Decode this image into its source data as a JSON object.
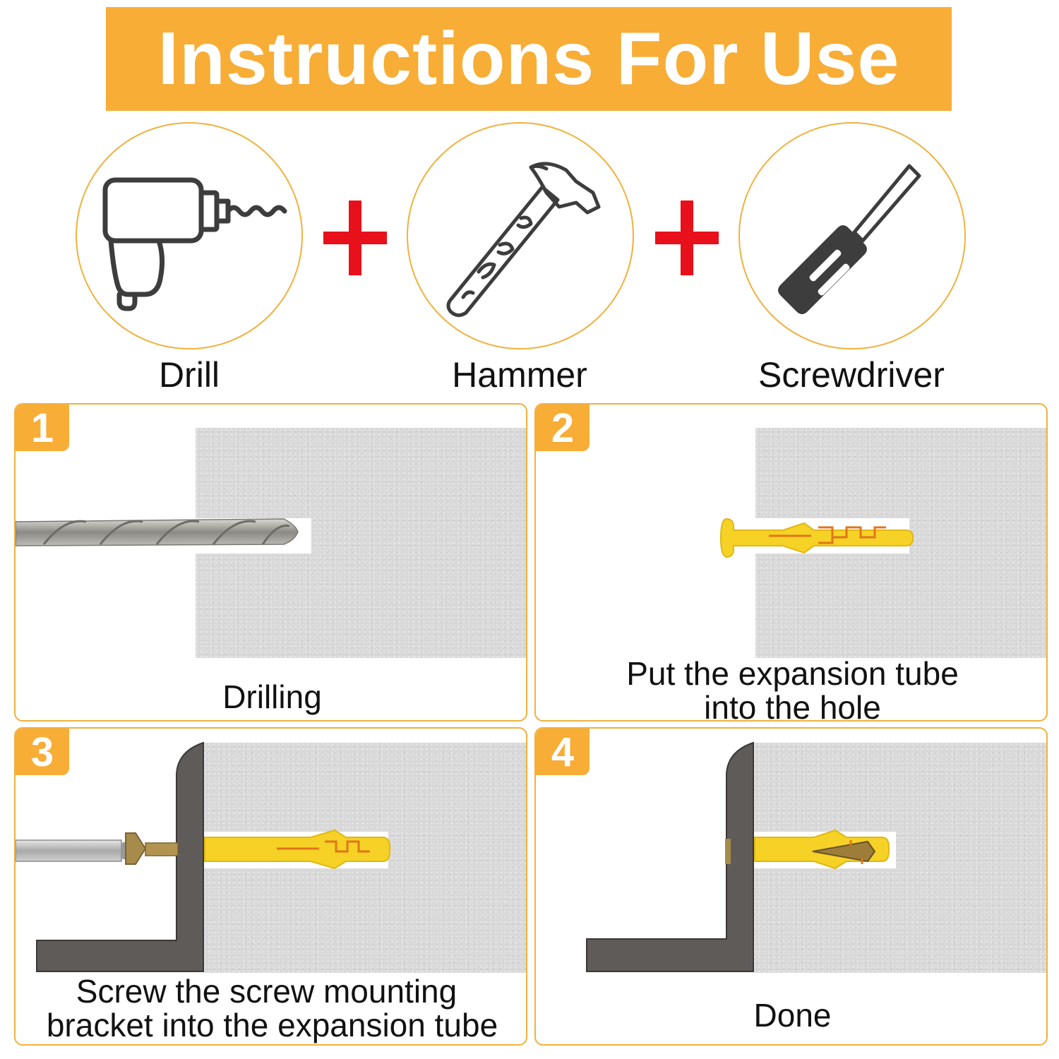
{
  "header": {
    "title": "Instructions For Use"
  },
  "tools": [
    {
      "label": "Drill",
      "icon": "drill-icon"
    },
    {
      "label": "Hammer",
      "icon": "hammer-icon"
    },
    {
      "label": "Screwdriver",
      "icon": "screwdriver-icon"
    }
  ],
  "steps": [
    {
      "number": "1",
      "caption": "Drilling"
    },
    {
      "number": "2",
      "caption_line1": "Put the expansion tube",
      "caption_line2": "into the hole"
    },
    {
      "number": "3",
      "caption_line1": "Screw the screw mounting",
      "caption_line2": "bracket into the expansion tube"
    },
    {
      "number": "4",
      "caption": "Done"
    }
  ],
  "colors": {
    "accent": "#f7ad36",
    "plus": "#e8101a",
    "wall": "#d8d8d8",
    "bracket": "#5f5b59",
    "anchor": "#f5d225"
  }
}
